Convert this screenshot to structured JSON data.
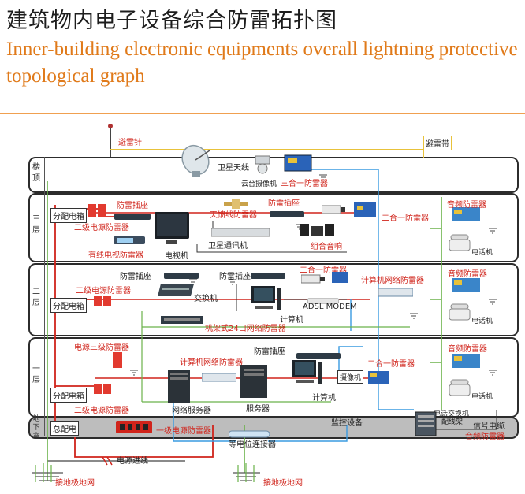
{
  "title_zh": "建筑物内电子设备综合防雷拓扑图",
  "title_en": "Inner-building electronic equipments overall lightning protective topological graph",
  "floors": {
    "roof": "楼顶",
    "f3": "三层",
    "f2": "二层",
    "f1": "一层",
    "basement": "地下室"
  },
  "labels": {
    "lightning_rod": "避雷针",
    "lightning_belt": "避雷带",
    "satellite_antenna": "卫星天线",
    "ptz_camera": "云台摄像机",
    "three_in_one_roof": "三合一防雷器",
    "power_socket_3": "防雷插座",
    "dist_box_3": "分配电箱",
    "second_power_3": "二级电源防雷器",
    "cable_tv_protector": "有线电视防雷器",
    "tv": "电视机",
    "feeder_protector": "天馈线防雷器",
    "power_socket_3b": "防雷插座",
    "satellite_receiver": "卫星通讯机",
    "combined_audio": "组合音响",
    "three_in_one_3": "二合一防雷器",
    "audio_protector_3": "音频防雷器",
    "phone_3": "电话机",
    "power_socket_2a": "防雷插座",
    "power_socket_2b": "防雷插座",
    "two_in_one_2": "二合一防雷器",
    "second_power_2": "二级电源防雷器",
    "dist_box_2": "分配电箱",
    "switch": "交换机",
    "computer_2": "计算机",
    "adsl": "ADSL MODEM",
    "net_protector_2": "计算机网络防雷器",
    "audio_protector_2": "音频防雷器",
    "phone_2": "电话机",
    "rack_protector": "机架式24口网络防雷器",
    "power_third": "电源三级防雷器",
    "net_protector_1": "计算机网络防雷器",
    "power_socket_1": "防雷插座",
    "two_in_one_1": "二合一防雷器",
    "camera_1": "摄像机",
    "audio_protector_1": "音频防雷器",
    "phone_1": "电话机",
    "dist_box_1": "分配电箱",
    "second_power_1": "二级电源防雷器",
    "network_server": "网络服务器",
    "server": "服务器",
    "computer_1": "计算机",
    "phone_switch": "电话交换机",
    "wiring_frame": "配线架",
    "main_dist": "总配电",
    "first_power": "一级电源防雷器",
    "monitor_device": "监控设备",
    "equipotential": "等电位连接器",
    "signal_cable": "信号电缆",
    "audio_protector_b": "音频防雷器",
    "power_in": "电源进线",
    "ground_left": "接地极地网",
    "ground_right": "接地极地网"
  },
  "colors": {
    "title_en": "#e07a1a",
    "rule": "#f0a050",
    "red_label": "#d0241b",
    "power_wire": "#d0241b",
    "signal_wire": "#3a9be0",
    "ground_wire": "#6bb24a",
    "yellow_wire": "#e8c23a"
  }
}
